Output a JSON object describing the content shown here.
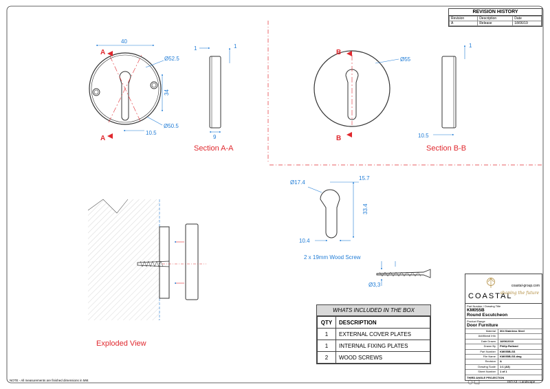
{
  "revision_history": {
    "title": "REVISION HISTORY",
    "headers": [
      "Revision",
      "Description",
      "Date"
    ],
    "rows": [
      [
        "A",
        "Release",
        "18/06/19"
      ]
    ]
  },
  "views": {
    "section_aa": "Section A-A",
    "section_bb": "Section B-B",
    "exploded": "Exploded View",
    "cut_a": "A",
    "cut_b": "B"
  },
  "dimensions": {
    "d40": "40",
    "d52_5": "Ø52.5",
    "d34": "34",
    "d50_5": "Ø50.5",
    "d10_5a": "10.5",
    "d1a": "1",
    "d1b": "1",
    "d9": "9",
    "d55": "Ø55",
    "d1c": "1",
    "d10_5b": "10.5",
    "d17_4": "Ø17.4",
    "d15_7": "15.7",
    "d33_4": "33.4",
    "d10_4": "10.4",
    "screw_label": "2 x 19mm Wood Screw",
    "d3_3": "Ø3,3"
  },
  "box": {
    "title": "WHATS INCLUDED IN THE BOX",
    "qty_header": "QTY",
    "desc_header": "DESCRIPTION",
    "items": [
      {
        "qty": "1",
        "desc": "EXTERNAL COVER PLATES"
      },
      {
        "qty": "1",
        "desc": "INTERNAL FIXING PLATES"
      },
      {
        "qty": "2",
        "desc": "WOOD SCREWS"
      }
    ]
  },
  "title_block": {
    "company": "COASTAL",
    "website": "coastal-group.com",
    "tagline": "shaping the future",
    "part_label": "Part Number / Drawing Title",
    "part_number": "KM055B",
    "part_title": "Round Escutcheon",
    "range_label": "Product Range",
    "range": "Door Furniture",
    "fields": [
      {
        "k": "Material",
        "v": "304 Stainless Steel"
      },
      {
        "k": "Additional Info",
        "v": ""
      },
      {
        "k": "Date Drawn",
        "v": "18/06/2019"
      },
      {
        "k": "Drawn By",
        "v": "Philip Rulland"
      },
      {
        "k": "Part Number",
        "v": "KM055B-SS"
      },
      {
        "k": "File Name",
        "v": "KM055B-SS.dwg"
      },
      {
        "k": "Revision",
        "v": "A"
      },
      {
        "k": "Drawing Scale",
        "v": "1:1 (A3)"
      },
      {
        "k": "Sheet Number",
        "v": "1 of 1"
      }
    ],
    "projection": "THIRD ANGLE PROJECTION"
  },
  "footer": {
    "note": "NOTE - All measurements are finished dimensions in MM.",
    "paper": "ISO A3 - Landscape"
  }
}
